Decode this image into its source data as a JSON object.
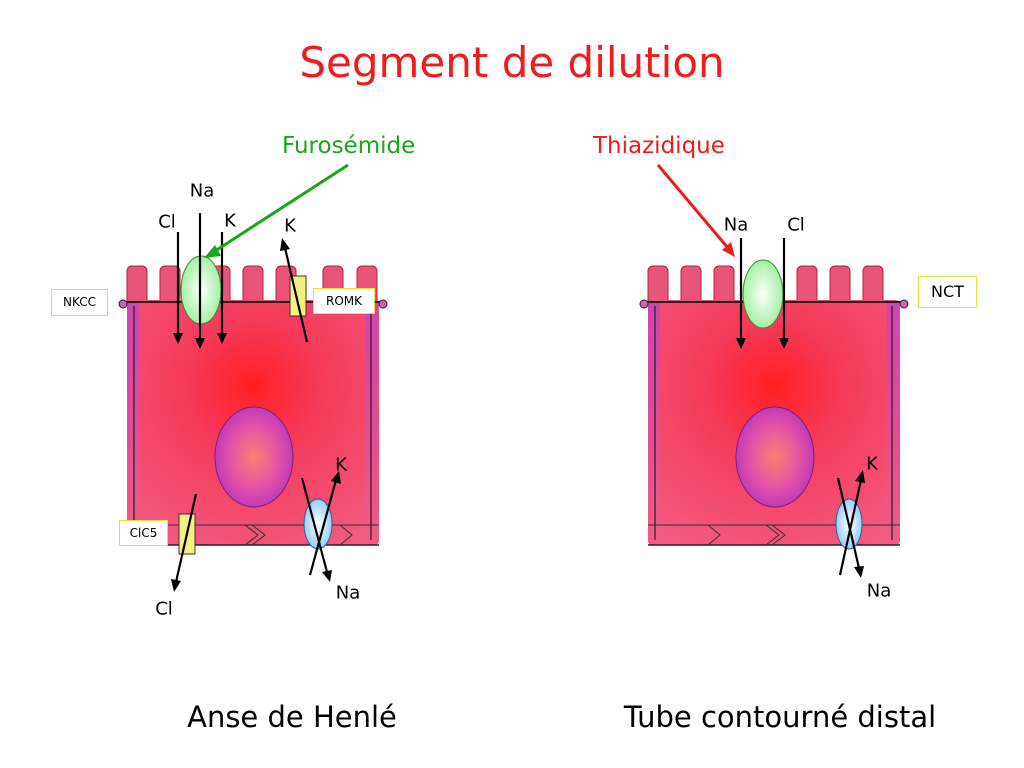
{
  "title": "Segment de dilution",
  "colors": {
    "title": "#ee1c1c",
    "furosemide": "#1aa51a",
    "thiazide": "#ee1c1c",
    "cell_center": "#ff1f1f",
    "cell_edge": "#f25a82",
    "nucleus": "#c040c0",
    "nkcc_transporter": "#b8f5b8",
    "channel": "#f5f080",
    "na_k_pump": "#a8d8f0",
    "tag_border": "#e8e040"
  },
  "left_cell": {
    "drug": "Furosémide",
    "caption": "Anse de Henlé",
    "transporters": {
      "nkcc": "NKCC",
      "romk": "ROMK",
      "clc5": "ClC5"
    },
    "ions": {
      "na_top": "Na",
      "cl_top": "Cl",
      "k_top": "K",
      "k_romk": "K",
      "k_pump": "K",
      "na_pump": "Na",
      "cl_bottom": "Cl"
    }
  },
  "right_cell": {
    "drug": "Thiazidique",
    "caption": "Tube contourné distal",
    "transporters": {
      "nct": "NCT"
    },
    "ions": {
      "na_top": "Na",
      "cl_top": "Cl",
      "k_pump": "K",
      "na_pump": "Na"
    }
  }
}
